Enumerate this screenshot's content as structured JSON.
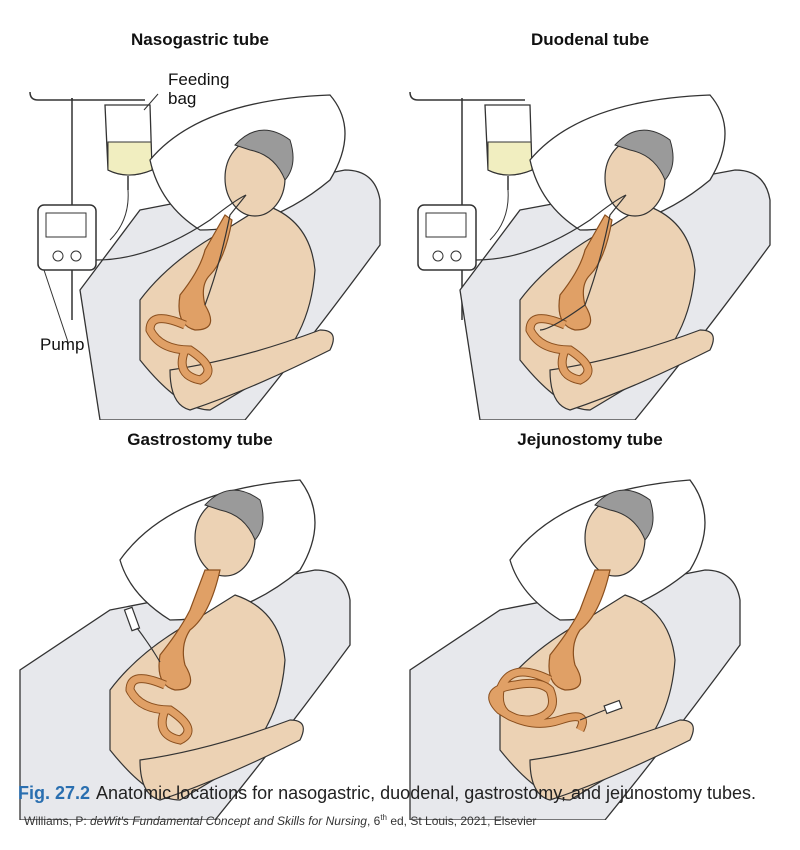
{
  "panels": {
    "nasogastric": {
      "title": "Nasogastric tube",
      "label_bag": "Feeding\nbag",
      "label_bag_1": "Feeding",
      "label_bag_2": "bag",
      "label_pump": "Pump"
    },
    "duodenal": {
      "title": "Duodenal tube"
    },
    "gastrostomy": {
      "title": "Gastrostomy tube"
    },
    "jejunostomy": {
      "title": "Jejunostomy tube"
    }
  },
  "caption": {
    "fig_number": "Fig. 27.2",
    "text": "Anatomic locations for nasogastric, duodenal, gastrostomy, and jejunostomy tubes."
  },
  "citation": {
    "prefix": "Williams, P: ",
    "book": "deWit's Fundamental Concept and Skills for Nursing",
    "edition_pre": ", 6",
    "edition_sup": "th",
    "suffix": " ed, St Louis, 2021, Elsevier"
  },
  "colors": {
    "skin": "#ecd2b4",
    "organ": "#e0a066",
    "organ_stroke": "#8a4f1e",
    "pillow": "#ffffff",
    "mattress": "#e7e8ec",
    "hair": "#9a9a9a",
    "fluid": "#f1eec0",
    "caption_accent": "#2a6fb0"
  }
}
